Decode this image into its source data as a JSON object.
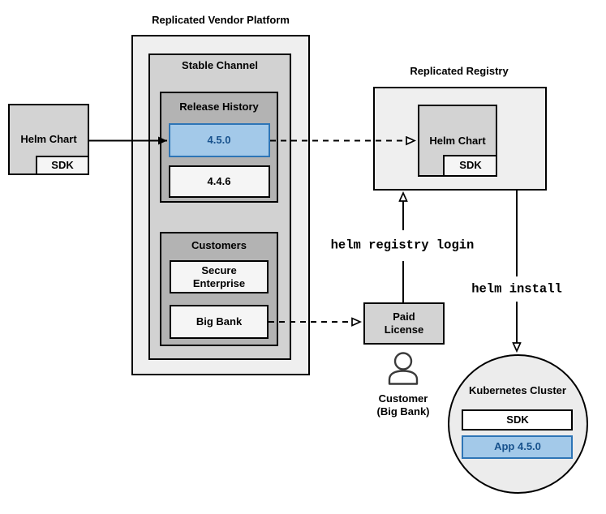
{
  "colors": {
    "highlight_fill": "#a3c9e9",
    "highlight_border": "#2e75b6",
    "highlight_text": "#17518c",
    "container_light": "#efefef",
    "container_mid": "#d2d2d2",
    "container_dark": "#b3b3b3",
    "item_light": "#f5f5f5",
    "chart_gray": "#d3d3d3"
  },
  "platform": {
    "title": "Replicated Vendor Platform",
    "stable_channel": {
      "label": "Stable Channel",
      "release_history": {
        "label": "Release History",
        "releases": [
          {
            "version": "4.5.0",
            "highlighted": true
          },
          {
            "version": "4.4.6",
            "highlighted": false
          }
        ]
      },
      "customers": {
        "label": "Customers",
        "items": [
          "Secure\nEnterprise",
          "Big Bank"
        ]
      }
    }
  },
  "vendor_helm_chart": {
    "label": "Helm Chart",
    "sdk": "SDK"
  },
  "registry": {
    "title": "Replicated Registry",
    "helm_chart": {
      "label": "Helm Chart",
      "sdk": "SDK"
    }
  },
  "license": {
    "label": "Paid\nLicense"
  },
  "customer": {
    "label": "Customer\n(Big Bank)",
    "icon": "person-icon"
  },
  "commands": {
    "registry_login": "helm registry login",
    "install": "helm install"
  },
  "cluster": {
    "title": "Kubernetes Cluster",
    "sdk": "SDK",
    "app": "App 4.5.0"
  }
}
